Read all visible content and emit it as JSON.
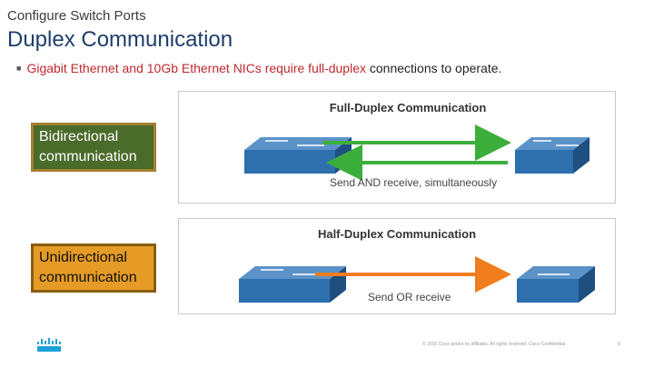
{
  "header": {
    "subtitle": "Configure Switch Ports",
    "title": "Duplex Communication"
  },
  "bullet": {
    "part1": "Gigabit Ethernet and 10Gb Ethernet NICs require ",
    "highlight": "full-duplex",
    "part2": " connections to operate."
  },
  "full_duplex": {
    "title": "Full-Duplex Communication",
    "caption": "Send AND receive, simultaneously"
  },
  "half_duplex": {
    "title": "Half-Duplex Communication",
    "caption": "Send OR receive"
  },
  "labels": {
    "bidirectional": "Bidirectional communication",
    "unidirectional": "Unidirectional communication"
  },
  "footer": {
    "copyright": "© 2016 Cisco and/or its affiliates. All rights reserved. Cisco Confidential",
    "page": "8"
  },
  "colors": {
    "title_blue": "#1f3e6b",
    "highlight_red": "#c0282d",
    "arrow_green": "#3cae3c",
    "arrow_orange": "#f07d1e",
    "switch_blue": "#2e6fae",
    "cisco_logo": "#1ba0d7"
  }
}
